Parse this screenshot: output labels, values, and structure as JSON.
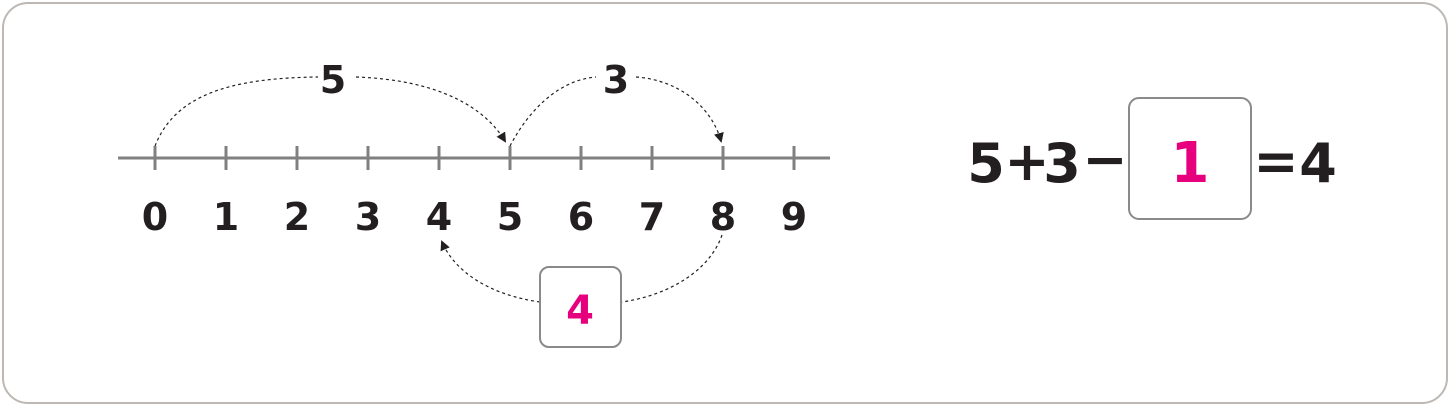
{
  "number_line": {
    "ticks": [
      "0",
      "1",
      "2",
      "3",
      "4",
      "5",
      "6",
      "7",
      "8",
      "9"
    ]
  },
  "jumps": {
    "first": {
      "label": "5",
      "from": 0,
      "to": 5
    },
    "second": {
      "label": "3",
      "from": 5,
      "to": 8
    },
    "back": {
      "label": "4",
      "from": 8,
      "to": 4
    }
  },
  "equation": {
    "a": "5",
    "op1": "+",
    "b": "3",
    "op2": "−",
    "answer": "1",
    "eq_sign": "=",
    "result": "4"
  },
  "colors": {
    "text": "#231f20",
    "answer": "#e6007e",
    "line": "#808080",
    "box_border": "#8a8a8a"
  }
}
